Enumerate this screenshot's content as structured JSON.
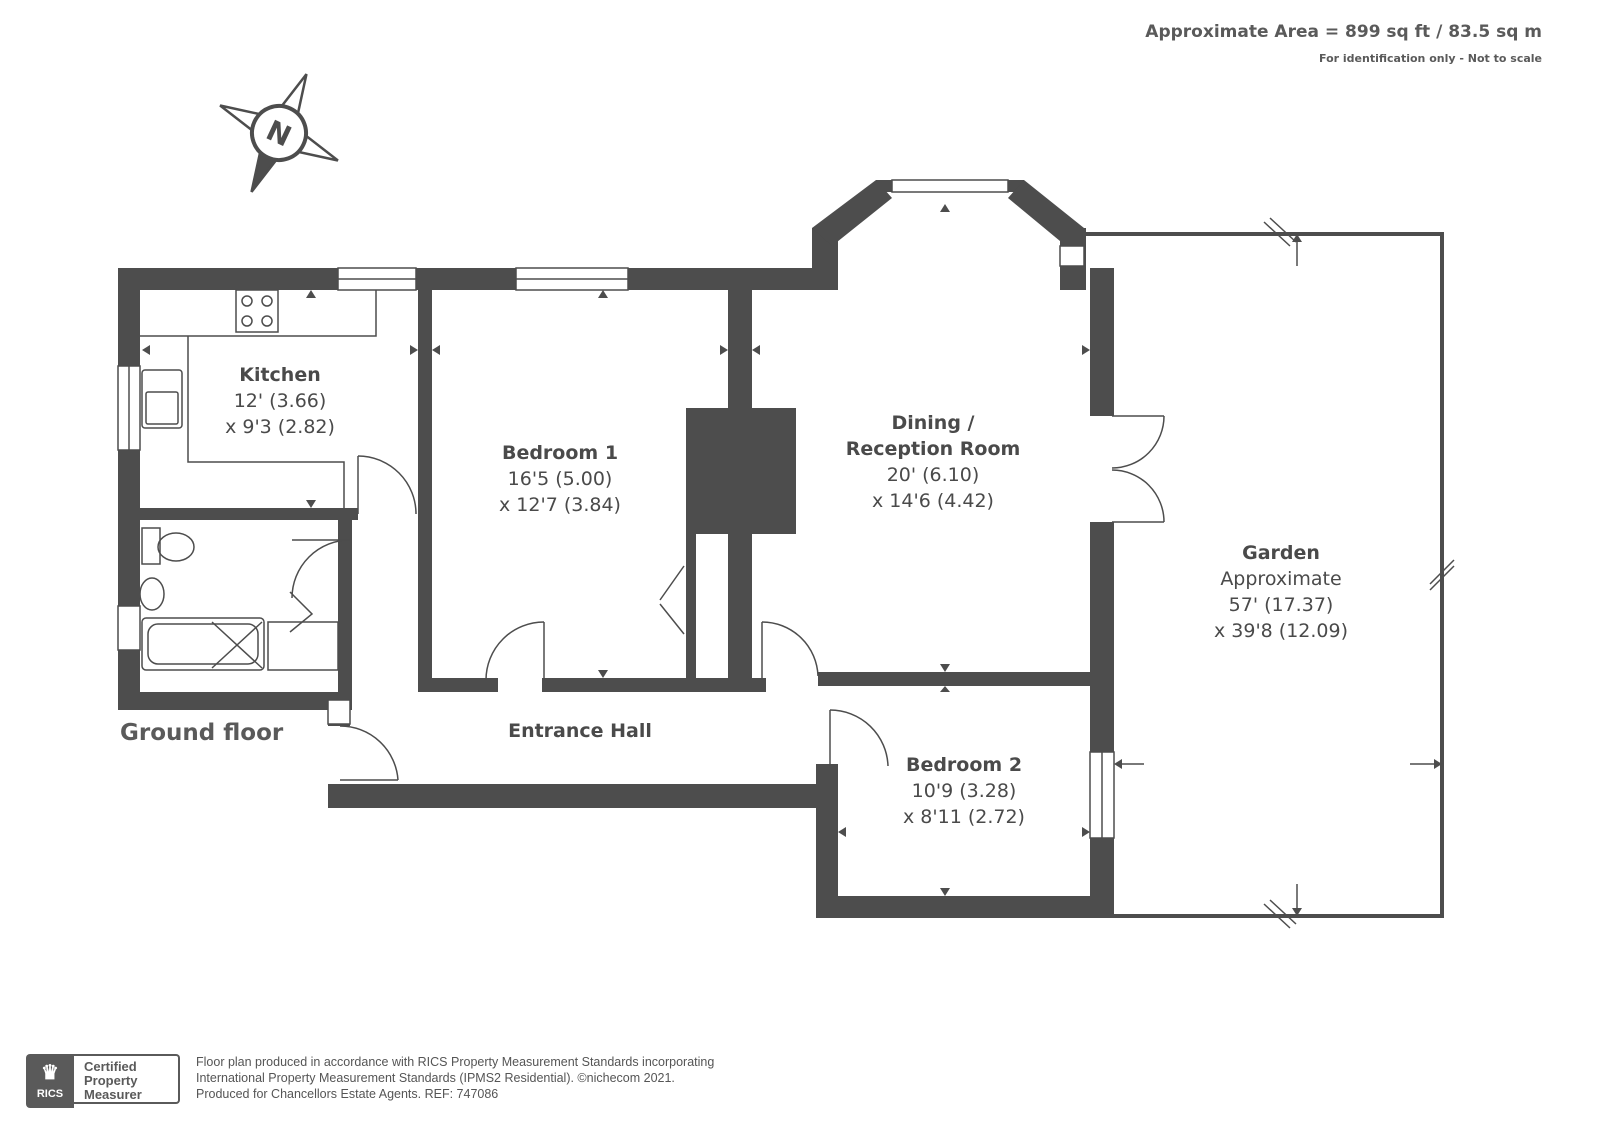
{
  "header": {
    "area": "Approximate Area = 899 sq ft / 83.5 sq m",
    "note": "For identification only - Not to scale"
  },
  "compass": {
    "letter": "N",
    "icon": "compass-icon"
  },
  "rooms": {
    "kitchen": {
      "name": "Kitchen",
      "dim1": "12' (3.66)",
      "dim2": "x 9'3 (2.82)"
    },
    "bedroom1": {
      "name": "Bedroom 1",
      "dim1": "16'5 (5.00)",
      "dim2": "x 12'7 (3.84)"
    },
    "dining": {
      "name1": "Dining /",
      "name2": "Reception Room",
      "dim1": "20' (6.10)",
      "dim2": "x 14'6 (4.42)"
    },
    "garden": {
      "name": "Garden",
      "sub": "Approximate",
      "dim1": "57' (17.37)",
      "dim2": "x 39'8 (12.09)"
    },
    "hall": {
      "name": "Entrance Hall"
    },
    "bedroom2": {
      "name": "Bedroom 2",
      "dim1": "10'9 (3.28)",
      "dim2": "x 8'11 (2.72)"
    }
  },
  "floor_label": "Ground floor",
  "badge": {
    "org": "RICS",
    "line1": "Certified",
    "line2": "Property",
    "line3": "Measurer"
  },
  "footer": {
    "line1": "Floor plan produced in accordance with RICS Property Measurement Standards incorporating",
    "line2": "International Property Measurement Standards (IPMS2 Residential).   ©nichecom 2021.",
    "line3": "Produced for Chancellors Estate Agents.   REF:  747086"
  },
  "colors": {
    "wall": "#4d4d4d",
    "text": "#4a4a4a",
    "background": "#ffffff"
  }
}
